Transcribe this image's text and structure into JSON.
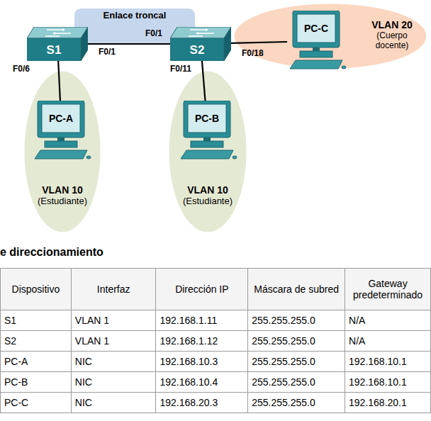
{
  "diagram": {
    "nodes": [
      {
        "text": [
          "Enlace troncal"
        ]
      },
      {
        "text": [
          "S1"
        ]
      },
      {
        "text": [
          "S2"
        ]
      },
      {
        "text": [
          "VLAN 20",
          "(Cuerpo docente)"
        ]
      },
      {
        "text": [
          "PC-C"
        ],
        "in": 3
      },
      {
        "text": [
          "VLAN 10",
          "(Estudiante)"
        ]
      },
      {
        "text": [
          "PC-A"
        ],
        "in": 5
      },
      {
        "text": [
          "VLAN 10",
          "(Estudiante)"
        ]
      },
      {
        "text": [
          "PC-B"
        ],
        "in": 7
      }
    ],
    "edges": [
      {
        "from": 1,
        "to": 2,
        "arrow": "none"
      },
      {
        "from": 1,
        "to": 6,
        "arrow": "none"
      },
      {
        "from": 2,
        "to": 8,
        "arrow": "none"
      },
      {
        "from": 2,
        "to": 4,
        "arrow": "none"
      }
    ],
    "labels": [
      "F0/1",
      "F0/1",
      "F0/6",
      "F0/11",
      "F0/18",
      "e direccionamiento",
      "Dispositivo",
      "Interfaz",
      "Dirección IP",
      "Máscara de subred",
      "Gateway predeterminado",
      "S1",
      "VLAN 1",
      "192.168.1.11",
      "255.255.255.0",
      "N/A",
      "S2",
      "VLAN 1",
      "192.168.1.12",
      "255.255.255.0",
      "N/A",
      "PC-A",
      "NIC",
      "192.168.10.3",
      "255.255.255.0",
      "192.168.10.1",
      "PC-B",
      "NIC",
      "192.168.10.4",
      "255.255.255.0",
      "192.168.10.1",
      "PC-C",
      "NIC",
      "192.168.20.3",
      "255.255.255.0",
      "192.168.20.1"
    ]
  }
}
